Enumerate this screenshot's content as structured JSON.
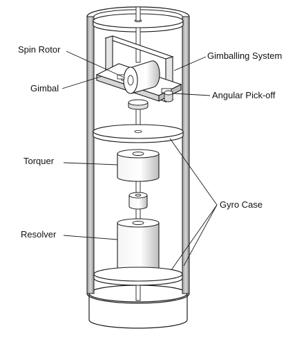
{
  "labels": {
    "spin_rotor": "Spin Rotor",
    "gimbal": "Gimbal",
    "gimballing_system": "Gimballing System",
    "angular_pickoff": "Angular Pick-off",
    "torquer": "Torquer",
    "gyro_case": "Gyro Case",
    "resolver": "Resolver"
  },
  "colors": {
    "line": "#1a1a1a",
    "case_wall": "#8a8a8a",
    "component_fill": "#ffffff",
    "component_shade": "#cfcfcf"
  }
}
